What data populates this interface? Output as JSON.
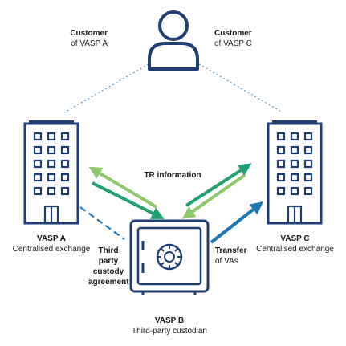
{
  "customer": {
    "left_title": "Customer",
    "left_sub": "of VASP A",
    "right_title": "Customer",
    "right_sub": "of VASP C"
  },
  "vasp_a": {
    "title": "VASP A",
    "sub": "Centralised exchange"
  },
  "vasp_b": {
    "title": "VASP B",
    "sub": "Third-party custodian"
  },
  "vasp_c": {
    "title": "VASP C",
    "sub": "Centralised exchange"
  },
  "tr_label": "TR information",
  "custody_label": [
    "Third",
    "party",
    "custody",
    "agreement"
  ],
  "transfer_label": {
    "title": "Transfer",
    "sub": "of VAs"
  },
  "colors": {
    "navy": "#1f3f73",
    "blue": "#1f78b4",
    "light_green": "#8cc96a",
    "green": "#1fa06e",
    "dotted": "#5b9bd5"
  },
  "icons": [
    "person-icon",
    "building-icon",
    "safe-icon"
  ]
}
